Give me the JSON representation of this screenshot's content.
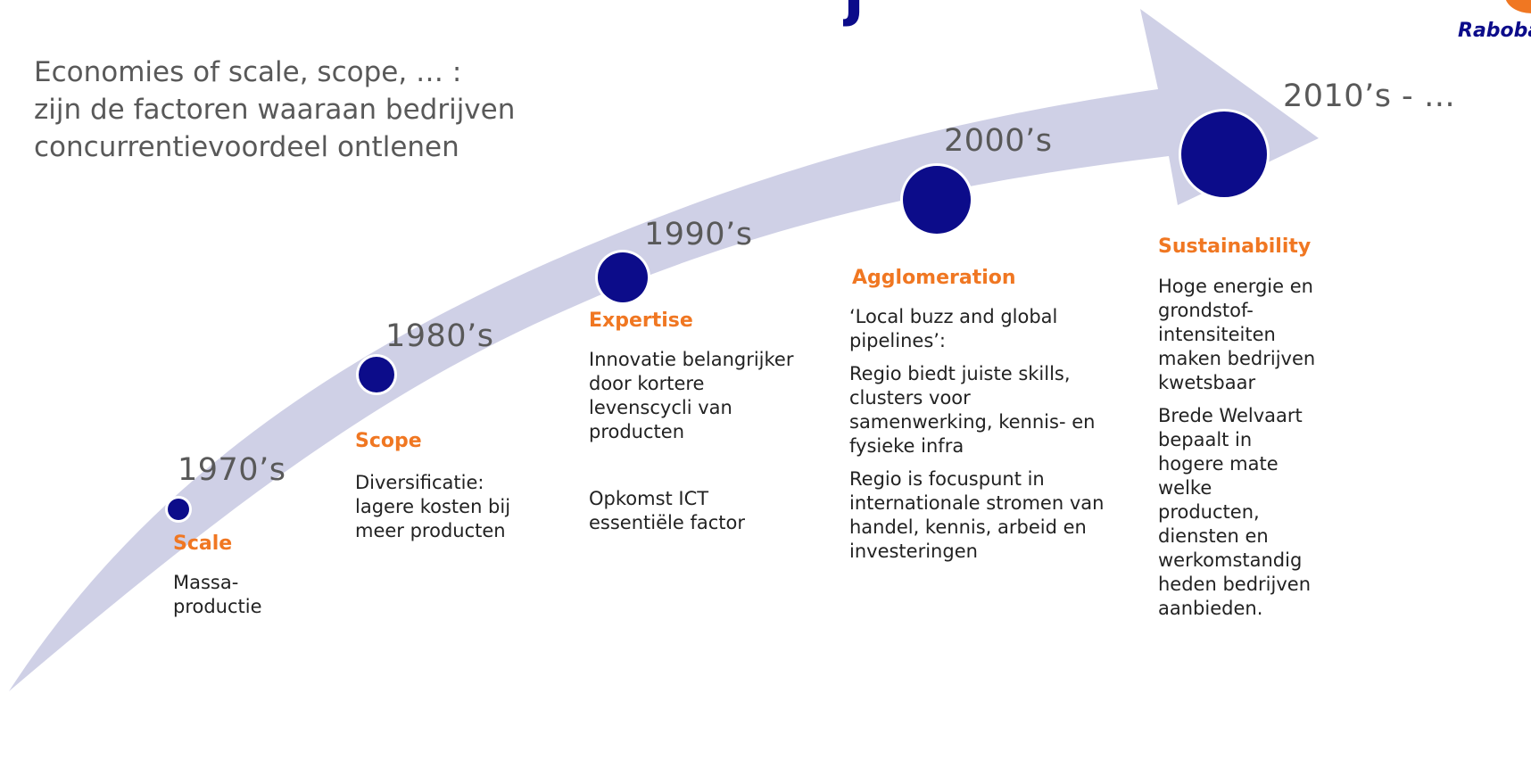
{
  "intro": {
    "line1": "Economies of scale, scope, … :",
    "line2": "zijn de factoren waaraan bedrijven",
    "line3": "concurrentievoordeel ontlenen"
  },
  "logo": {
    "text": "Raboban"
  },
  "colors": {
    "arrow": "#cfd0e6",
    "dot": "#0c0c8a",
    "accent": "#f07722",
    "text": "#595959"
  },
  "eras": [
    {
      "decade": "1970’s",
      "title": "Scale",
      "text": [
        "Massa-",
        "productie"
      ]
    },
    {
      "decade": "1980’s",
      "title": "Scope",
      "text": [
        "Diversificatie:",
        "lagere kosten bij",
        "meer producten"
      ]
    },
    {
      "decade": "1990’s",
      "title": "Expertise",
      "paragraphs": [
        "Innovatie belangrijker door kortere levenscycli van producten",
        "Opkomst ICT essentiële factor"
      ]
    },
    {
      "decade": "2000’s",
      "title": "Agglomeration",
      "paragraphs": [
        "‘Local buzz and global pipelines’:",
        "Regio biedt juiste skills, clusters voor samenwerking, kennis- en fysieke infra",
        "Regio is focuspunt in internationale stromen van handel, kennis, arbeid en investeringen"
      ]
    },
    {
      "decade": "2010’s - …",
      "title": "Sustainability",
      "paragraphs": [
        "Hoge energie en grondstof-intensiteiten maken bedrijven kwetsbaar",
        "Brede Welvaart bepaalt in hogere mate welke producten, diensten en werkomstandig heden bedrijven aanbieden."
      ]
    }
  ]
}
